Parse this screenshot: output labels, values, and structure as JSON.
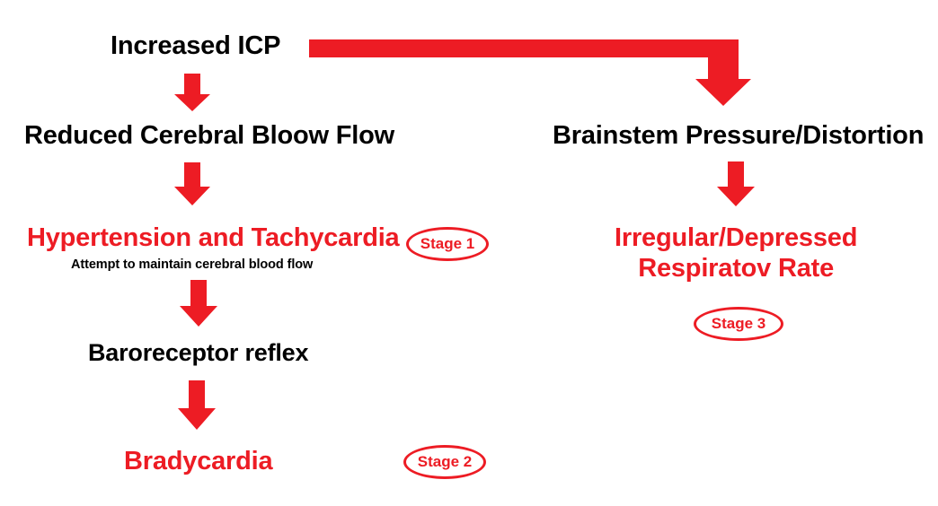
{
  "diagram": {
    "title": "Increased ICP cascade (Cushing reflex) flowchart",
    "accent_color": "#ED1C24",
    "text_color": "#000000",
    "background": "#FFFFFF"
  },
  "nodes": {
    "increased_icp": "Increased ICP",
    "reduced_cbf": "Reduced Cerebral Bloow Flow",
    "hypertension_tachycardia": "Hypertension and Tachycardia",
    "hypertension_subtitle": "Attempt to maintain cerebral blood flow",
    "baroreceptor_reflex": "Baroreceptor reflex",
    "bradycardia": "Bradycardia",
    "brainstem_pressure": "Brainstem Pressure/Distortion",
    "respiratory_line1": "Irregular/Depressed",
    "respiratory_line2": "Respiratov Rate"
  },
  "stages": {
    "stage1": "Stage 1",
    "stage2": "Stage 2",
    "stage3": "Stage 3"
  },
  "connectors": [
    {
      "name": "icp-to-reduced-cbf",
      "type": "down-arrow"
    },
    {
      "name": "reduced-cbf-to-hypertension",
      "type": "down-arrow"
    },
    {
      "name": "hypertension-to-baroreceptor",
      "type": "down-arrow"
    },
    {
      "name": "baroreceptor-to-bradycardia",
      "type": "down-arrow"
    },
    {
      "name": "icp-to-brainstem",
      "type": "elbow-arrow"
    },
    {
      "name": "brainstem-to-respiratory",
      "type": "down-arrow"
    }
  ]
}
